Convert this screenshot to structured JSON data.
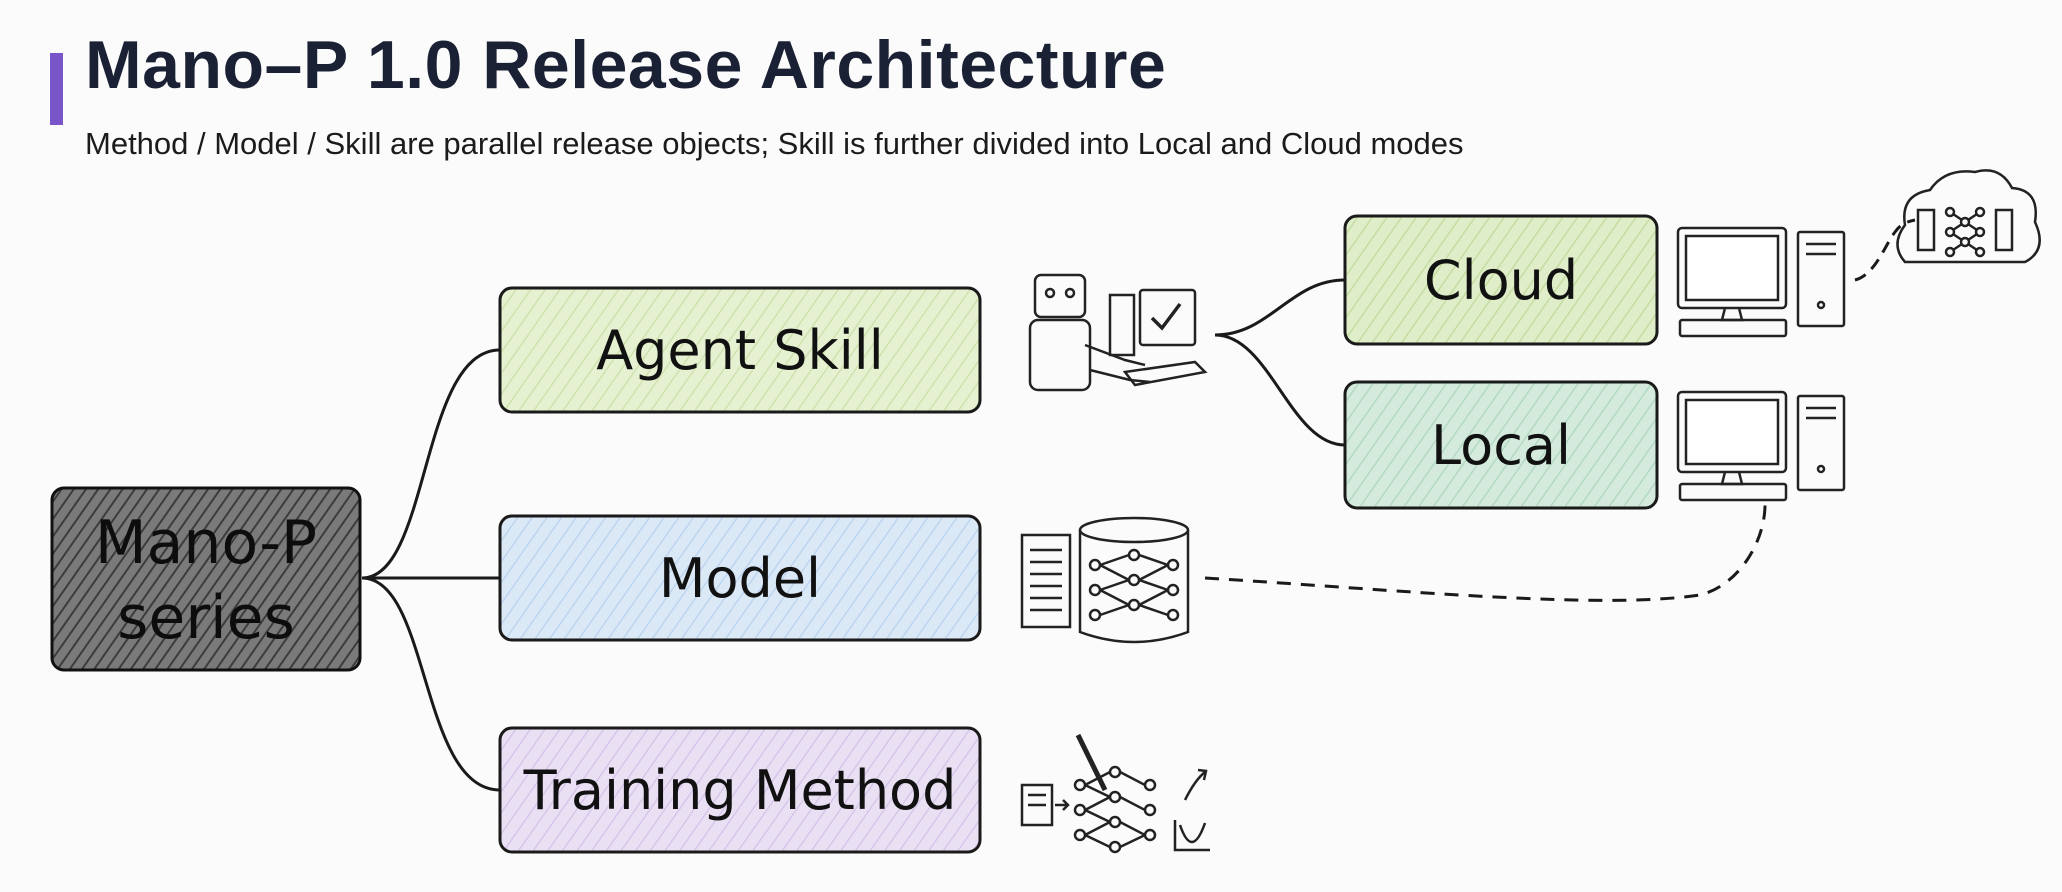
{
  "header": {
    "title": "Mano–P 1.0 Release Architecture",
    "subtitle": "Method / Model / Skill are parallel release objects; Skill is further divided into Local and Cloud modes"
  },
  "diagram": {
    "root": {
      "line1": "Mano-P",
      "line2": "series"
    },
    "branches": {
      "agent_skill": "Agent Skill",
      "model": "Model",
      "training_method": "Training Method"
    },
    "skill_modes": {
      "cloud": "Cloud",
      "local": "Local"
    }
  },
  "colors": {
    "accent": "#7a55c9",
    "root_fill": "#6e6e6e",
    "agent_skill_fill": "#e3efcd",
    "model_fill": "#d6e6f6",
    "training_fill": "#e6daf1",
    "cloud_fill": "#dcecc4",
    "local_fill": "#cfe8da"
  }
}
